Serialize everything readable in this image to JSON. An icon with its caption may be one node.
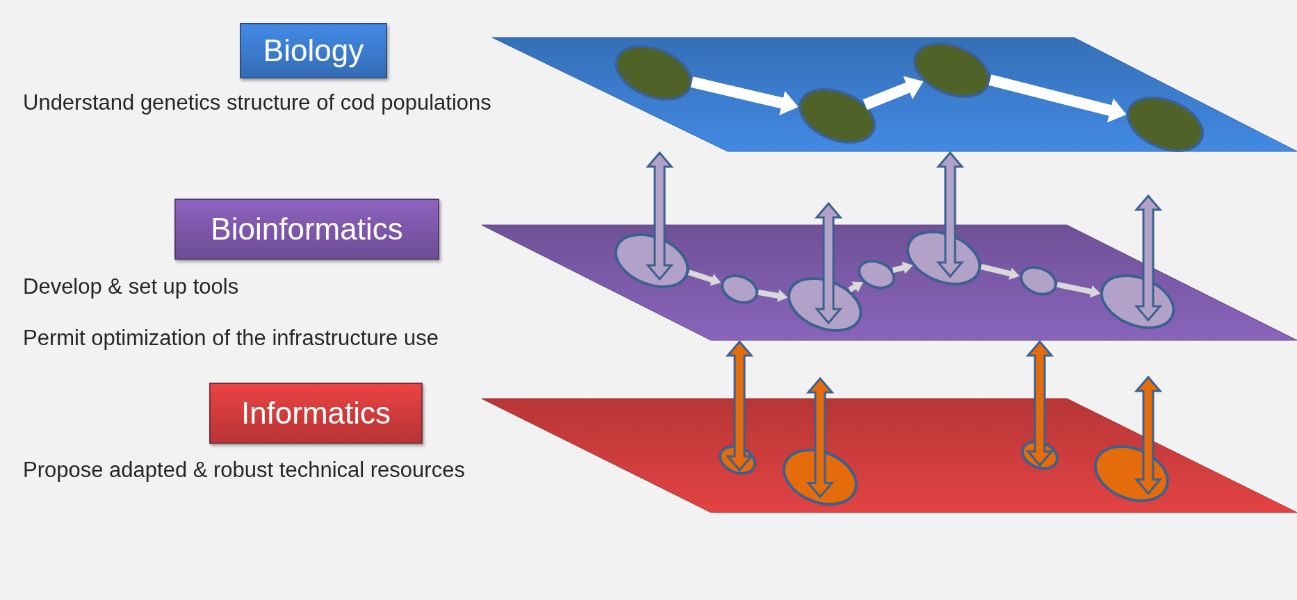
{
  "diagram": {
    "nodes": [
      {
        "text": [
          "Biology"
        ],
        "beside": [
          "Understand genetics structure of cod populations"
        ]
      },
      {
        "text": [
          "Bioinformatics"
        ],
        "beside": [
          "Develop & set up tools",
          "Permit optimization of the infrastructure use"
        ]
      },
      {
        "text": [
          "Informatics"
        ],
        "beside": [
          "Propose adapted & robust technical resources"
        ]
      },
      {
        "text": [],
        "shape": "parallelogram"
      },
      {
        "text": [],
        "shape": "ellipse",
        "in": 3
      },
      {
        "text": [],
        "shape": "ellipse",
        "in": 3
      },
      {
        "text": [],
        "shape": "ellipse",
        "in": 3
      },
      {
        "text": [],
        "shape": "ellipse",
        "in": 3
      },
      {
        "text": [],
        "shape": "parallelogram"
      },
      {
        "text": [],
        "shape": "ellipse",
        "in": 8
      },
      {
        "text": [],
        "shape": "ellipse",
        "in": 8
      },
      {
        "text": [],
        "shape": "ellipse",
        "in": 8
      },
      {
        "text": [],
        "shape": "ellipse",
        "in": 8
      },
      {
        "text": [],
        "shape": "ellipse",
        "in": 8
      },
      {
        "text": [],
        "shape": "ellipse",
        "in": 8
      },
      {
        "text": [],
        "shape": "ellipse",
        "in": 8
      },
      {
        "text": [],
        "shape": "parallelogram"
      },
      {
        "text": [],
        "shape": "ellipse",
        "in": 16
      },
      {
        "text": [],
        "shape": "ellipse",
        "in": 16
      },
      {
        "text": [],
        "shape": "ellipse",
        "in": 16
      },
      {
        "text": [],
        "shape": "ellipse",
        "in": 16
      }
    ],
    "edges": [
      {
        "from": 4,
        "to": 5,
        "arrow": "to",
        "style": "thick",
        "color": "#ffffff"
      },
      {
        "from": 5,
        "to": 6,
        "arrow": "to",
        "style": "thick",
        "color": "#ffffff"
      },
      {
        "from": 6,
        "to": 7,
        "arrow": "to",
        "style": "thick",
        "color": "#ffffff"
      },
      {
        "from": 9,
        "to": 10,
        "arrow": "to",
        "color": "#d9d9d9"
      },
      {
        "from": 10,
        "to": 11,
        "arrow": "to",
        "color": "#d9d9d9"
      },
      {
        "from": 11,
        "to": 12,
        "arrow": "to",
        "color": "#d9d9d9"
      },
      {
        "from": 12,
        "to": 13,
        "arrow": "to",
        "color": "#d9d9d9"
      },
      {
        "from": 13,
        "to": 14,
        "arrow": "to",
        "color": "#d9d9d9"
      },
      {
        "from": 14,
        "to": 15,
        "arrow": "to",
        "color": "#d9d9d9"
      },
      {
        "from": 9,
        "to": 3,
        "arrow": "both",
        "style": "thick",
        "color": "#b3a2c7"
      },
      {
        "from": 11,
        "to": null,
        "arrow": "both",
        "style": "thick",
        "color": "#b3a2c7"
      },
      {
        "from": 13,
        "to": 3,
        "arrow": "both",
        "style": "thick",
        "color": "#b3a2c7"
      },
      {
        "from": 15,
        "to": null,
        "arrow": "both",
        "style": "thick",
        "color": "#b3a2c7"
      },
      {
        "from": 17,
        "to": 8,
        "arrow": "both",
        "style": "thick",
        "color": "#e46c0a"
      },
      {
        "from": 18,
        "to": null,
        "arrow": "both",
        "style": "thick",
        "color": "#e46c0a"
      },
      {
        "from": 19,
        "to": 8,
        "arrow": "both",
        "style": "thick",
        "color": "#e46c0a"
      },
      {
        "from": 20,
        "to": null,
        "arrow": "both",
        "style": "thick",
        "color": "#e46c0a"
      }
    ]
  }
}
